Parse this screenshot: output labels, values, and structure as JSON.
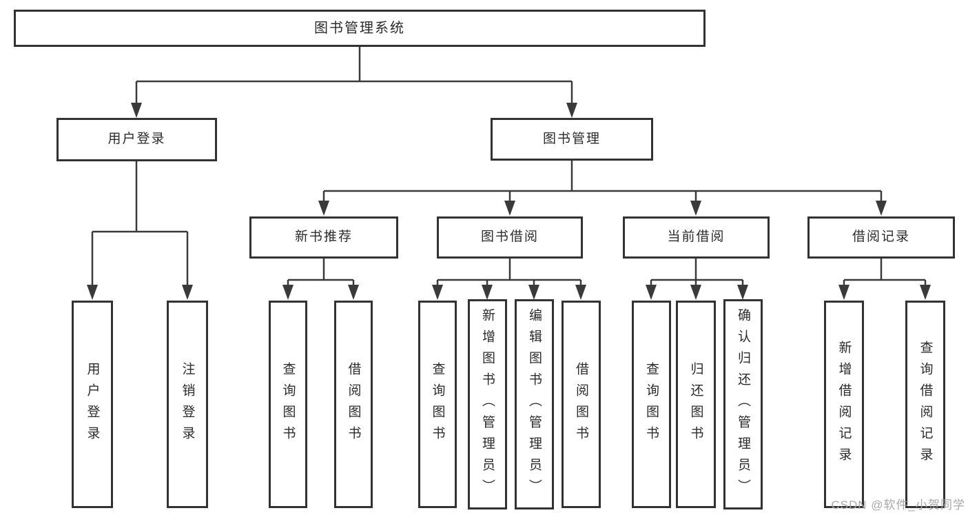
{
  "diagram": {
    "root": {
      "label": "图书管理系统",
      "children": [
        {
          "label": "用户登录",
          "children": [
            {
              "label": "用户登录"
            },
            {
              "label": "注销登录"
            }
          ]
        },
        {
          "label": "图书管理",
          "children": [
            {
              "label": "新书推荐",
              "children": [
                {
                  "label": "查询图书"
                },
                {
                  "label": "借阅图书"
                }
              ]
            },
            {
              "label": "图书借阅",
              "children": [
                {
                  "label": "查询图书"
                },
                {
                  "label": "新增图书（管理员）"
                },
                {
                  "label": "编辑图书（管理员）"
                },
                {
                  "label": "借阅图书"
                }
              ]
            },
            {
              "label": "当前借阅",
              "children": [
                {
                  "label": "查询图书"
                },
                {
                  "label": "归还图书"
                },
                {
                  "label": "确认归还（管理员）"
                }
              ]
            },
            {
              "label": "借阅记录",
              "children": [
                {
                  "label": "新增借阅记录"
                },
                {
                  "label": "查询借阅记录"
                }
              ]
            }
          ]
        }
      ]
    }
  },
  "watermark": {
    "text": "CSDN @软件_小贺同学"
  },
  "colors": {
    "line": "#3a3a3a",
    "box_border": "#323232",
    "text": "#2b2b2b",
    "watermark": "#a8a8a8",
    "background": "#ffffff"
  }
}
